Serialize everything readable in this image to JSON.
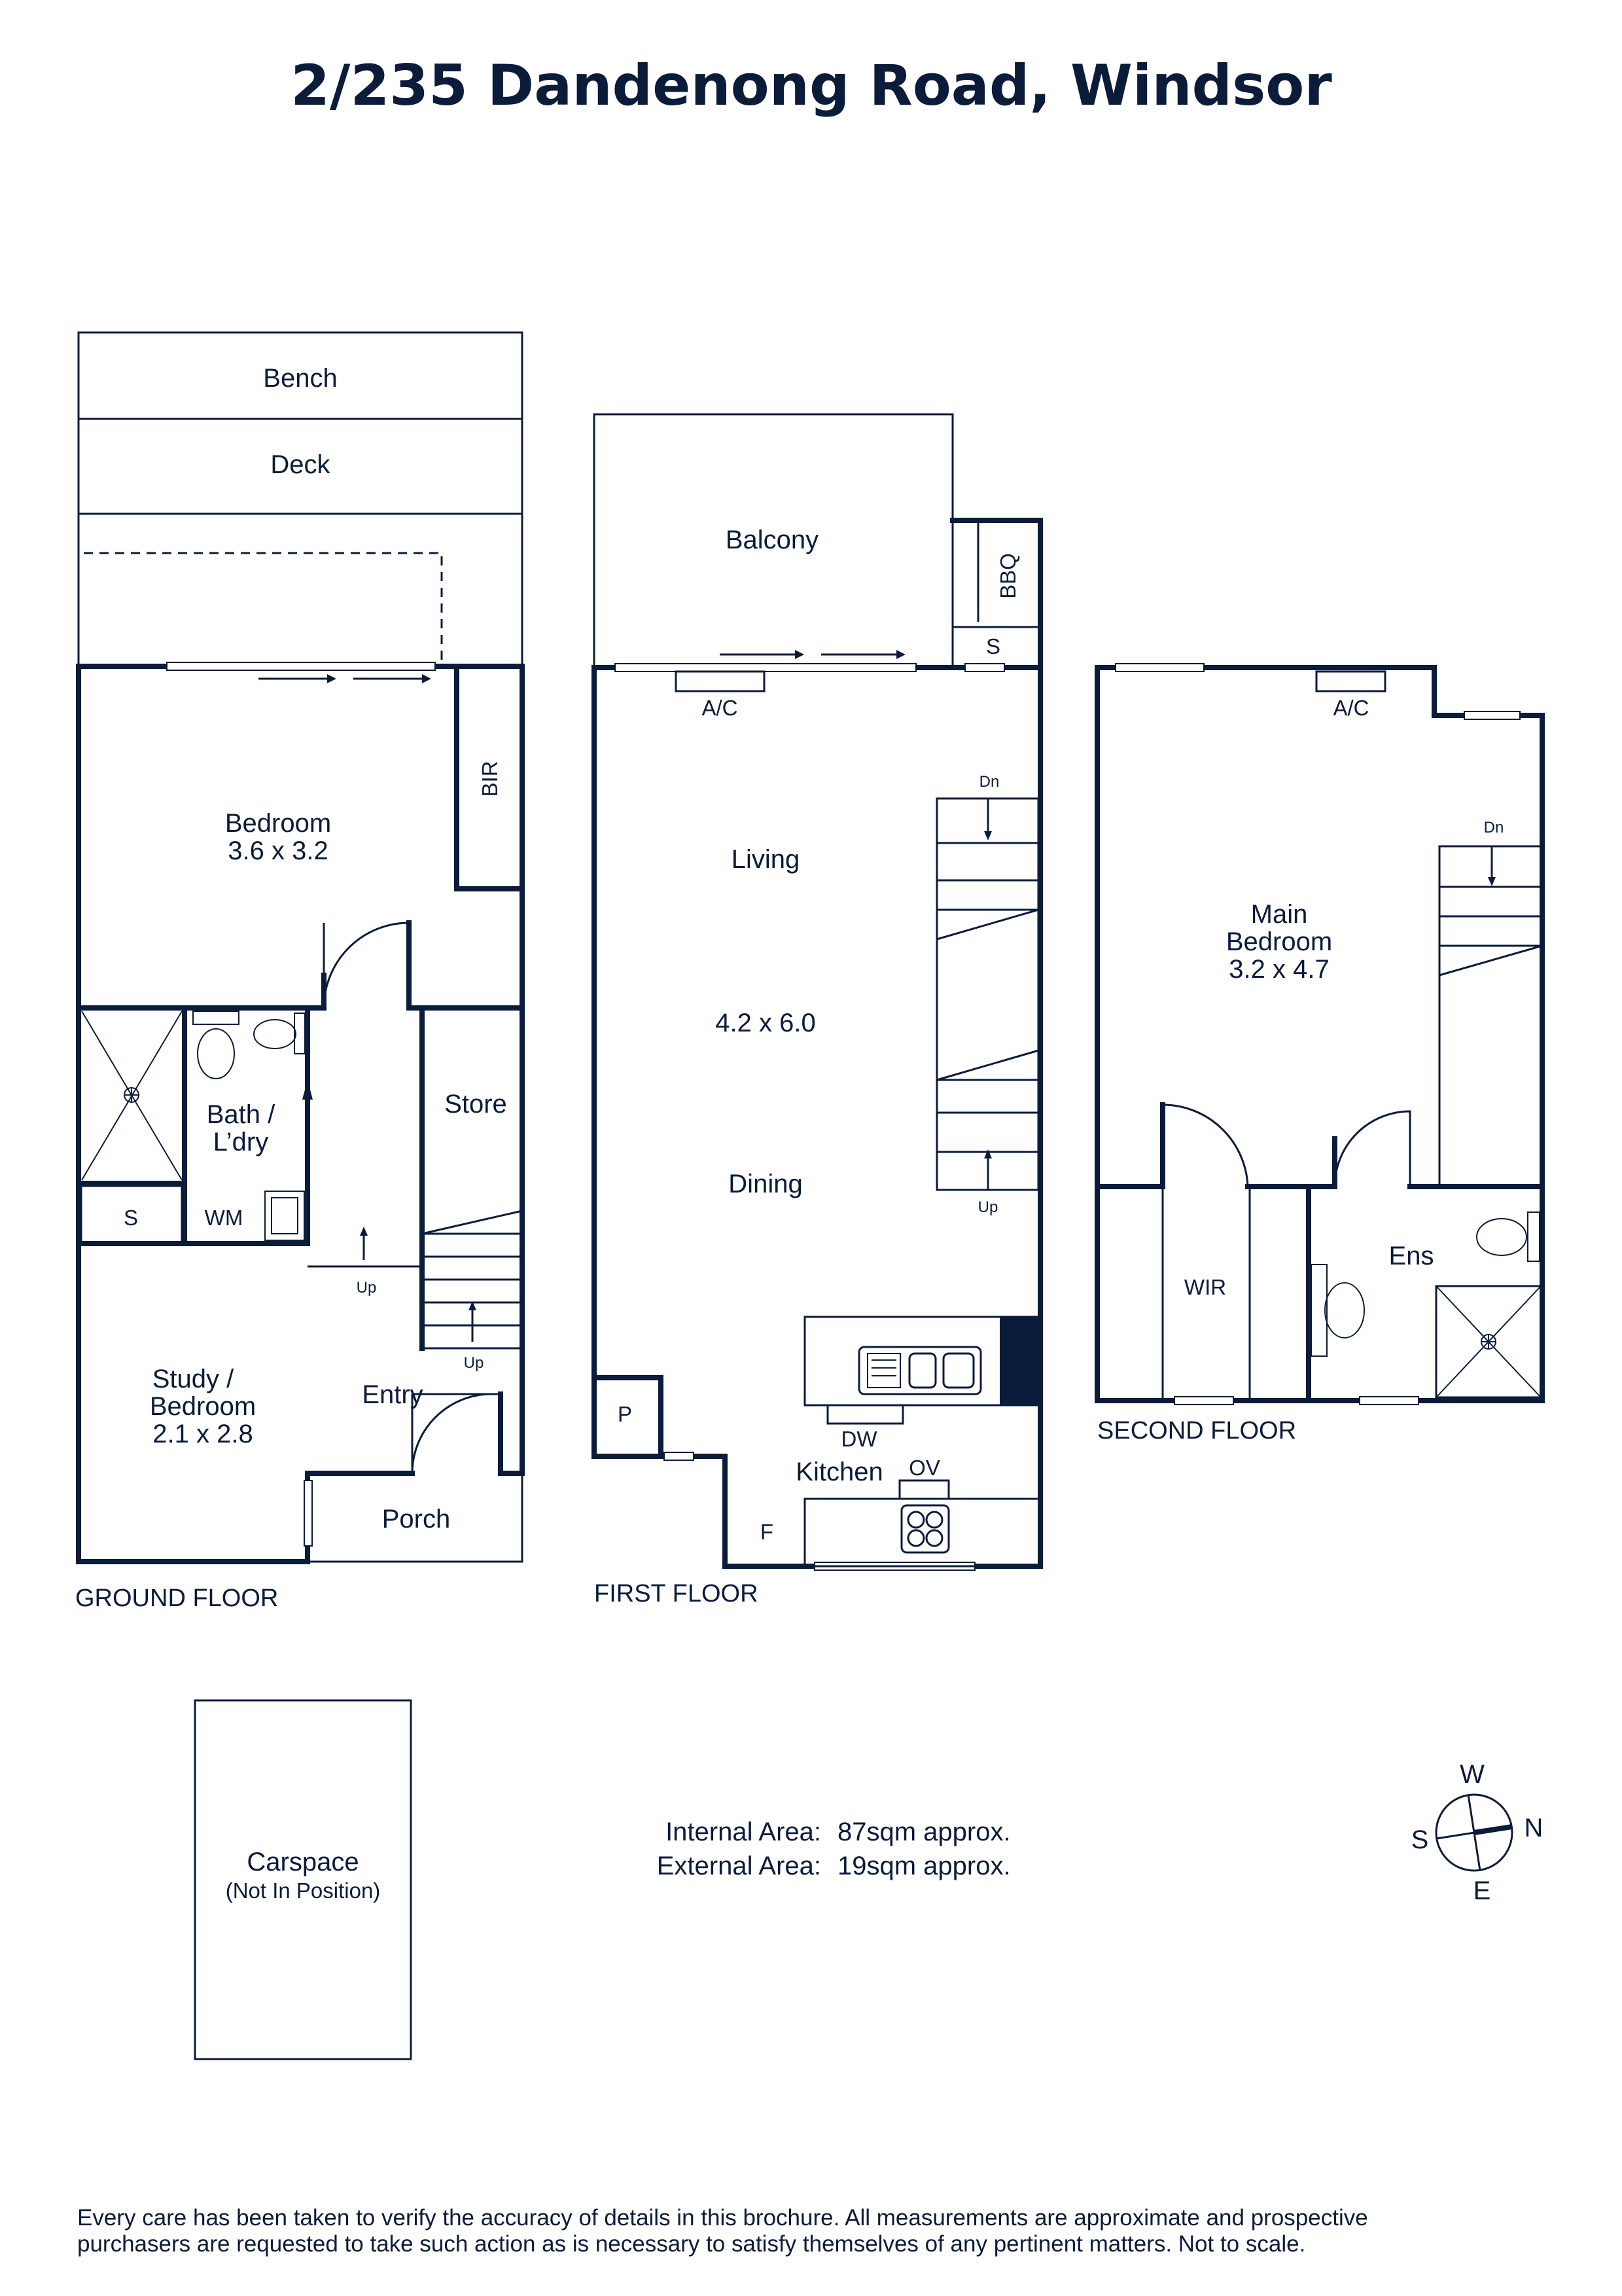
{
  "title": "2/235 Dandenong Road, Windsor",
  "floors": {
    "ground": "GROUND FLOOR",
    "first": "FIRST FLOOR",
    "second": "SECOND FLOOR"
  },
  "rooms": {
    "bench": "Bench",
    "deck": "Deck",
    "bedroom": "Bedroom",
    "bedroom_size": "3.6 x 3.2",
    "bir": "BIR",
    "bath_1": "Bath /",
    "bath_2": "L’dry",
    "store": "Store",
    "s_ground": "S",
    "wm": "WM",
    "up_ground_1": "Up",
    "up_ground_2": "Up",
    "study_1": "Study /",
    "study_2": "Bedroom",
    "study_size": "2.1 x 2.8",
    "entry": "Entry",
    "porch": "Porch",
    "balcony": "Balcony",
    "bbq": "BBQ",
    "s_first": "S",
    "ac_first": "A/C",
    "living": "Living",
    "living_size": "4.2 x 6.0",
    "dining": "Dining",
    "dn_first": "Dn",
    "up_first": "Up",
    "p": "P",
    "dw": "DW",
    "kitchen": "Kitchen",
    "ov": "OV",
    "f": "F",
    "ac_second": "A/C",
    "dn_second": "Dn",
    "main_1": "Main",
    "main_2": "Bedroom",
    "main_size": "3.2 x 4.7",
    "wir": "WIR",
    "ens": "Ens",
    "carspace": "Carspace",
    "carspace_note": "(Not In Position)"
  },
  "areas": {
    "internal_label": "Internal Area:",
    "internal_value": "87sqm approx.",
    "external_label": "External Area:",
    "external_value": "19sqm approx."
  },
  "compass": {
    "w": "W",
    "n": "N",
    "s": "S",
    "e": "E"
  },
  "disclaimer": {
    "line1": "Every care has been taken to verify the accuracy of details in this brochure. All measurements are approximate and prospective",
    "line2": "purchasers are requested to take such action as is necessary to satisfy themselves of any pertinent matters. Not to scale."
  },
  "colors": {
    "ink": "#0b1b3a",
    "background": "#ffffff"
  }
}
